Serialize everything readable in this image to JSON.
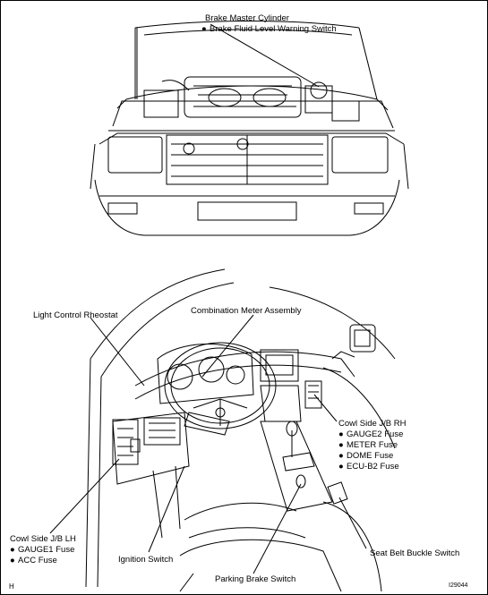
{
  "labels": {
    "brake_master": "Brake Master Cylinder",
    "brake_fluid": "Brake Fluid Level Warning Switch",
    "light_control": "Light Control Rheostat",
    "combination_meter": "Combination Meter Assembly",
    "cowl_rh_title": "Cowl Side J/B RH",
    "cowl_rh_items": [
      "GAUGE2 Fuse",
      "METER Fuse",
      "DOME Fuse",
      "ECU-B2 Fuse"
    ],
    "cowl_lh_title": "Cowl Side J/B LH",
    "cowl_lh_items": [
      "GAUGE1 Fuse",
      "ACC Fuse"
    ],
    "ignition": "Ignition Switch",
    "parking_brake": "Parking Brake Switch",
    "seat_belt": "Seat Belt Buckle Switch",
    "corner_code": "H",
    "figure_id": "I29044"
  },
  "bullet": "●"
}
